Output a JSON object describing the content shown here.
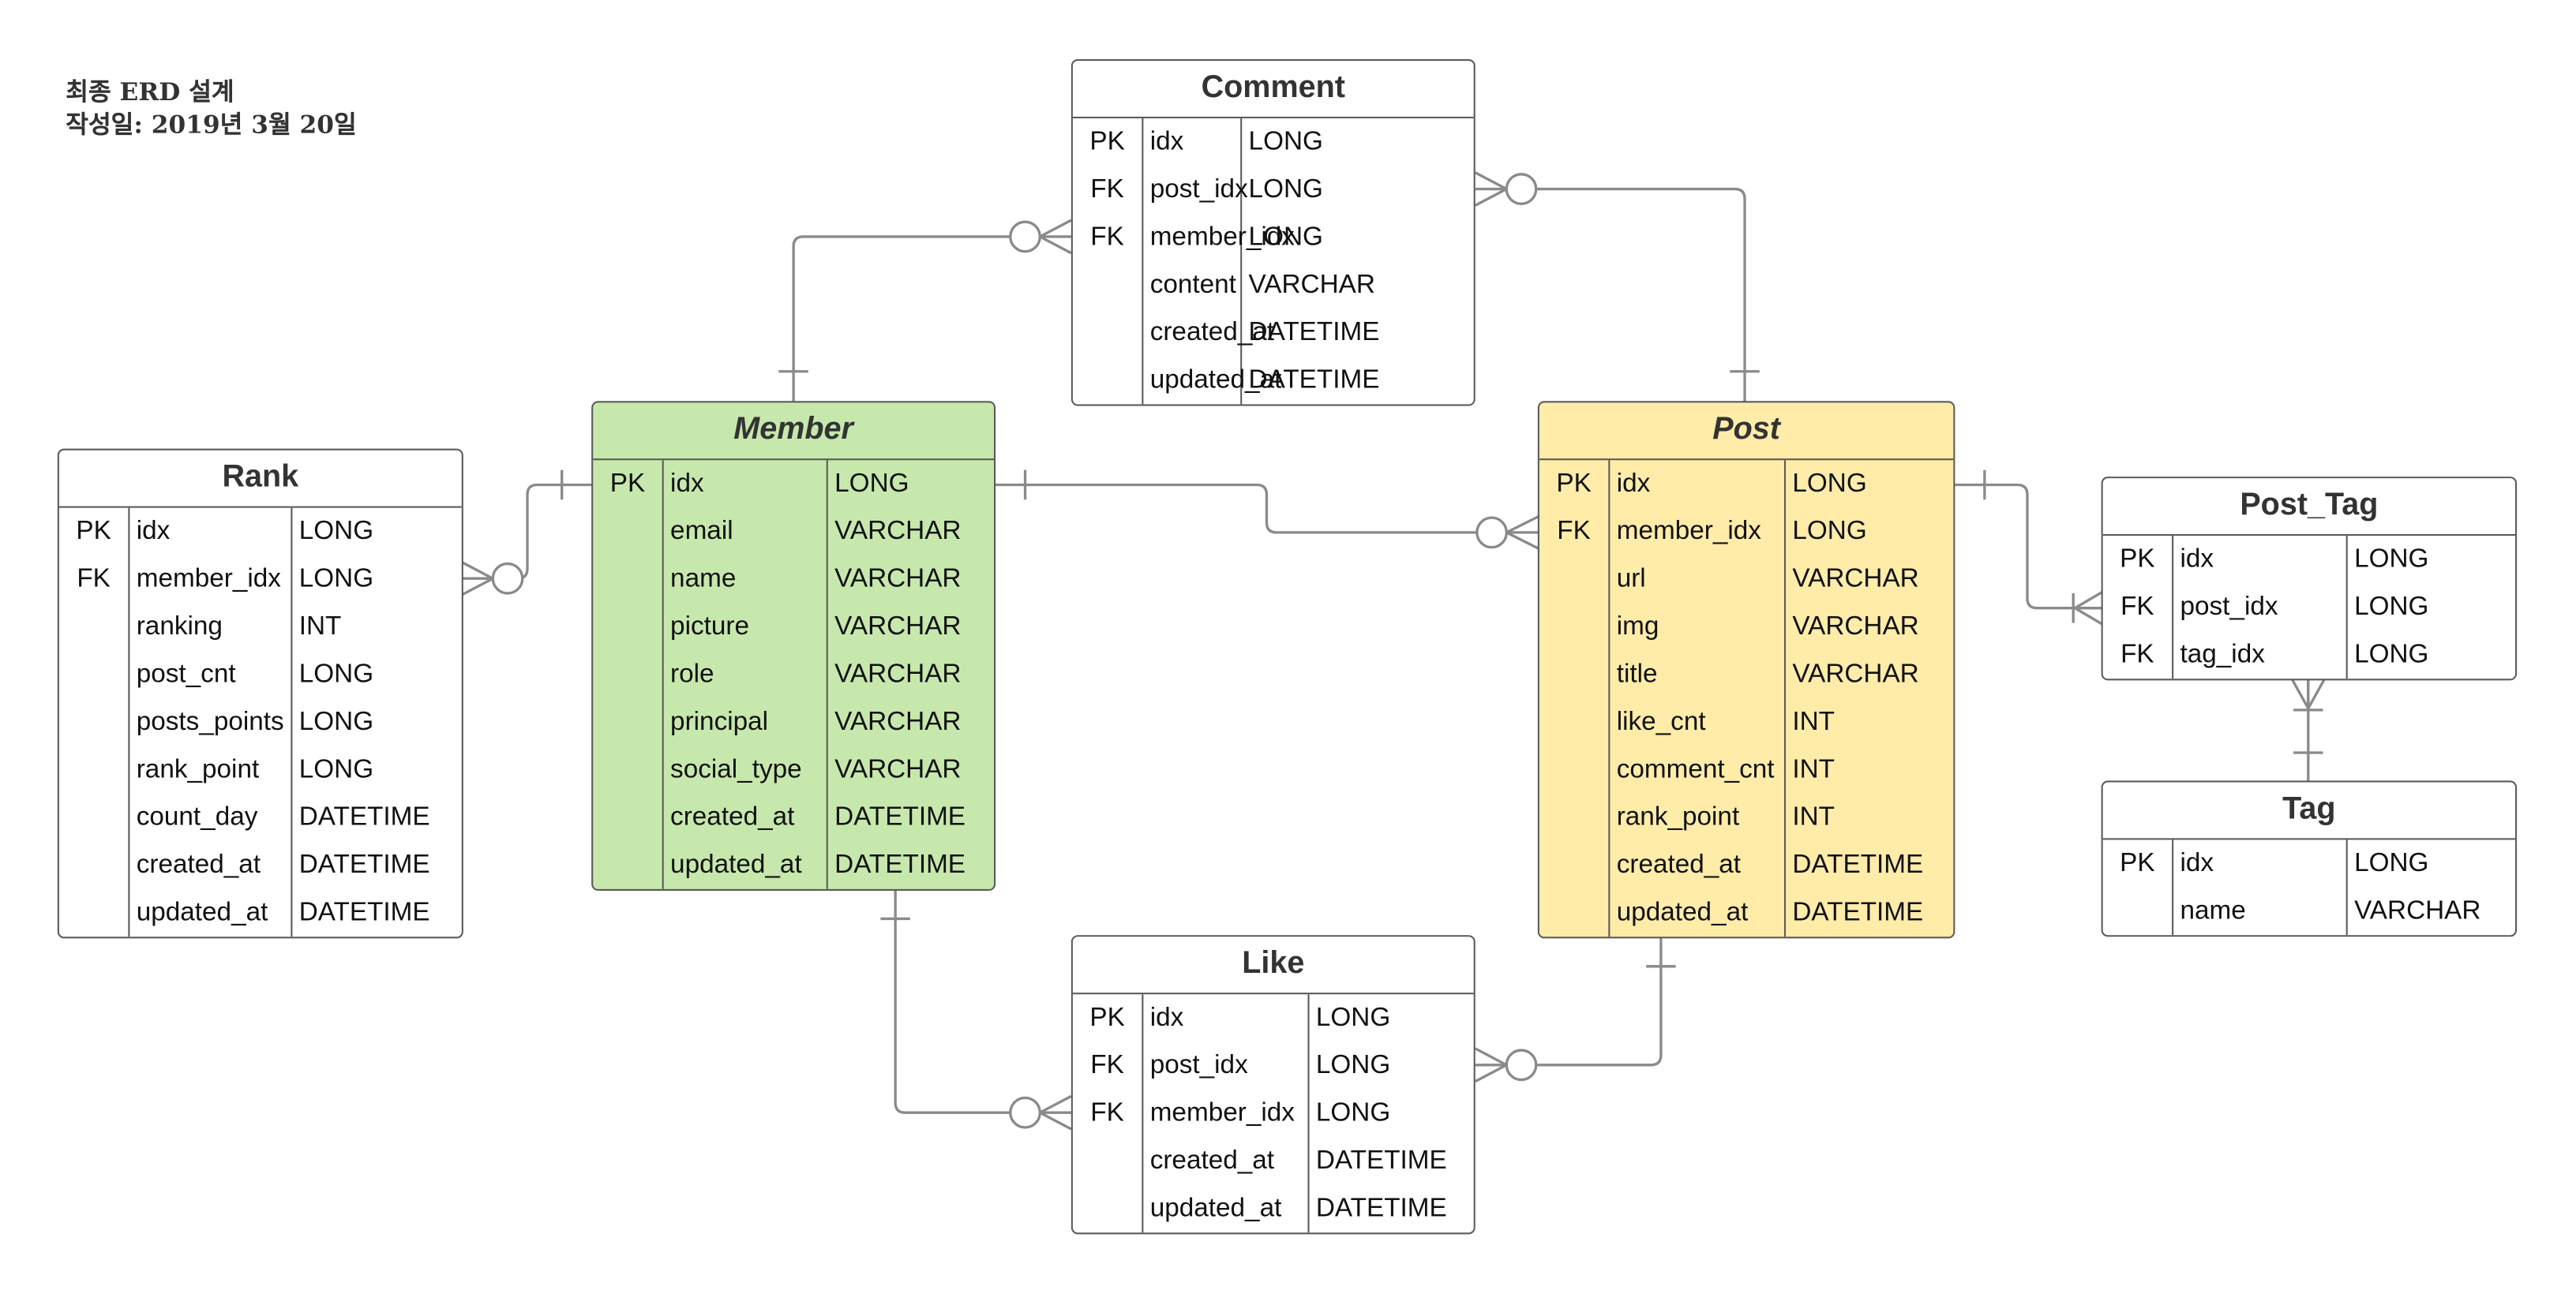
{
  "header": {
    "title": "최종 ERD 설계",
    "date": "작성일: 2019년 3월 20일"
  },
  "colors": {
    "line": "#8a8a8a",
    "border": "#5b5b5b",
    "member_fill": "#c7e8ac",
    "post_fill": "#ffeca9"
  },
  "entities": {
    "comment": {
      "title": "Comment",
      "rows": [
        {
          "key": "PK",
          "name": "idx",
          "type": "LONG"
        },
        {
          "key": "FK",
          "name": "post_idx",
          "type": "LONG"
        },
        {
          "key": "FK",
          "name": "member_idx",
          "type": "LONG"
        },
        {
          "key": "",
          "name": "content",
          "type": "VARCHAR"
        },
        {
          "key": "",
          "name": "created_at",
          "type": "DATETIME"
        },
        {
          "key": "",
          "name": "updated_at",
          "type": "DATETIME"
        }
      ]
    },
    "member": {
      "title": "Member",
      "rows": [
        {
          "key": "PK",
          "name": "idx",
          "type": "LONG"
        },
        {
          "key": "",
          "name": "email",
          "type": "VARCHAR"
        },
        {
          "key": "",
          "name": "name",
          "type": "VARCHAR"
        },
        {
          "key": "",
          "name": "picture",
          "type": "VARCHAR"
        },
        {
          "key": "",
          "name": "role",
          "type": "VARCHAR"
        },
        {
          "key": "",
          "name": "principal",
          "type": "VARCHAR"
        },
        {
          "key": "",
          "name": "social_type",
          "type": "VARCHAR"
        },
        {
          "key": "",
          "name": "created_at",
          "type": "DATETIME"
        },
        {
          "key": "",
          "name": "updated_at",
          "type": "DATETIME"
        }
      ]
    },
    "post": {
      "title": "Post",
      "rows": [
        {
          "key": "PK",
          "name": "idx",
          "type": "LONG"
        },
        {
          "key": "FK",
          "name": "member_idx",
          "type": "LONG"
        },
        {
          "key": "",
          "name": "url",
          "type": "VARCHAR"
        },
        {
          "key": "",
          "name": "img",
          "type": "VARCHAR"
        },
        {
          "key": "",
          "name": "title",
          "type": "VARCHAR"
        },
        {
          "key": "",
          "name": "like_cnt",
          "type": "INT"
        },
        {
          "key": "",
          "name": "comment_cnt",
          "type": "INT"
        },
        {
          "key": "",
          "name": "rank_point",
          "type": "INT"
        },
        {
          "key": "",
          "name": "created_at",
          "type": "DATETIME"
        },
        {
          "key": "",
          "name": "updated_at",
          "type": "DATETIME"
        }
      ]
    },
    "rank": {
      "title": "Rank",
      "rows": [
        {
          "key": "PK",
          "name": "idx",
          "type": "LONG"
        },
        {
          "key": "FK",
          "name": "member_idx",
          "type": "LONG"
        },
        {
          "key": "",
          "name": "ranking",
          "type": "INT"
        },
        {
          "key": "",
          "name": "post_cnt",
          "type": "LONG"
        },
        {
          "key": "",
          "name": "posts_points",
          "type": "LONG"
        },
        {
          "key": "",
          "name": "rank_point",
          "type": "LONG"
        },
        {
          "key": "",
          "name": "count_day",
          "type": "DATETIME"
        },
        {
          "key": "",
          "name": "created_at",
          "type": "DATETIME"
        },
        {
          "key": "",
          "name": "updated_at",
          "type": "DATETIME"
        }
      ]
    },
    "like": {
      "title": "Like",
      "rows": [
        {
          "key": "PK",
          "name": "idx",
          "type": "LONG"
        },
        {
          "key": "FK",
          "name": "post_idx",
          "type": "LONG"
        },
        {
          "key": "FK",
          "name": "member_idx",
          "type": "LONG"
        },
        {
          "key": "",
          "name": "created_at",
          "type": "DATETIME"
        },
        {
          "key": "",
          "name": "updated_at",
          "type": "DATETIME"
        }
      ]
    },
    "post_tag": {
      "title": "Post_Tag",
      "rows": [
        {
          "key": "PK",
          "name": "idx",
          "type": "LONG"
        },
        {
          "key": "FK",
          "name": "post_idx",
          "type": "LONG"
        },
        {
          "key": "FK",
          "name": "tag_idx",
          "type": "LONG"
        }
      ]
    },
    "tag": {
      "title": "Tag",
      "rows": [
        {
          "key": "PK",
          "name": "idx",
          "type": "LONG"
        },
        {
          "key": "",
          "name": "name",
          "type": "VARCHAR"
        }
      ]
    }
  },
  "relationships": [
    {
      "from": "member",
      "to": "comment",
      "from_end": "one",
      "to_end": "zero-or-many"
    },
    {
      "from": "post",
      "to": "comment",
      "from_end": "one",
      "to_end": "zero-or-many"
    },
    {
      "from": "member",
      "to": "rank",
      "from_end": "one",
      "to_end": "zero-or-many"
    },
    {
      "from": "member",
      "to": "post",
      "from_end": "one",
      "to_end": "zero-or-many"
    },
    {
      "from": "member",
      "to": "like",
      "from_end": "one",
      "to_end": "zero-or-many"
    },
    {
      "from": "post",
      "to": "like",
      "from_end": "one",
      "to_end": "zero-or-many"
    },
    {
      "from": "post",
      "to": "post_tag",
      "from_end": "one",
      "to_end": "one-or-many"
    },
    {
      "from": "tag",
      "to": "post_tag",
      "from_end": "one",
      "to_end": "one-or-many"
    }
  ]
}
